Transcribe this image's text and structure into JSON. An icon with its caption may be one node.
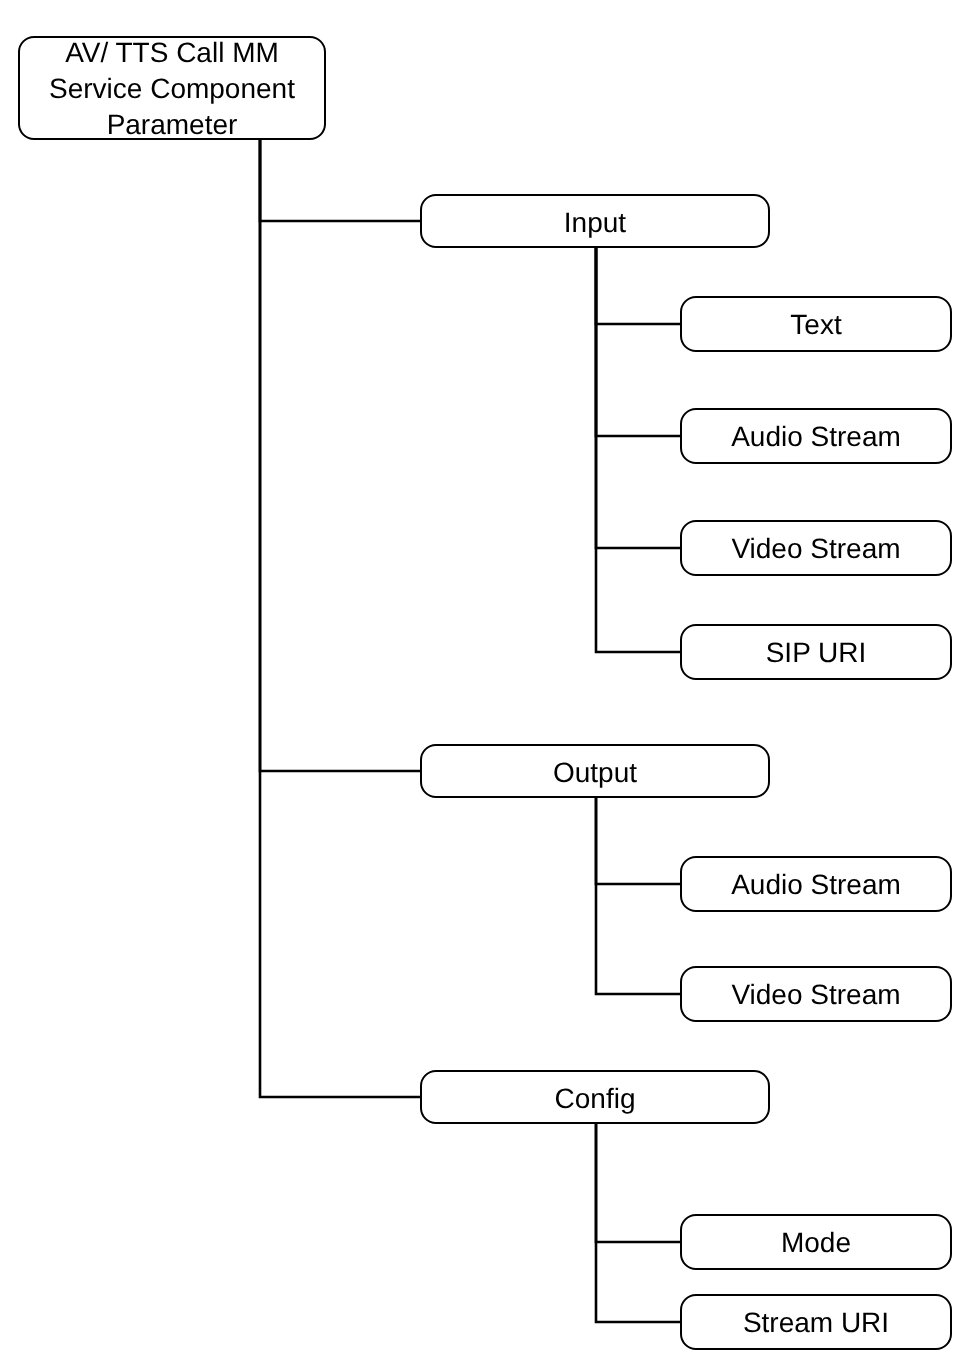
{
  "diagram": {
    "nodes": [
      {
        "text": [
          "AV/ TTS Call MM Service Component Parameter"
        ]
      },
      {
        "text": [
          "Input"
        ]
      },
      {
        "text": [
          "Text"
        ]
      },
      {
        "text": [
          "Audio Stream"
        ]
      },
      {
        "text": [
          "Video Stream"
        ]
      },
      {
        "text": [
          "SIP URI"
        ]
      },
      {
        "text": [
          "Output"
        ]
      },
      {
        "text": [
          "Audio Stream"
        ]
      },
      {
        "text": [
          "Video Stream"
        ]
      },
      {
        "text": [
          "Config"
        ]
      },
      {
        "text": [
          "Mode"
        ]
      },
      {
        "text": [
          "Stream URI"
        ]
      }
    ],
    "edges": [
      {
        "from": 0,
        "to": 1,
        "arrow": "none"
      },
      {
        "from": 1,
        "to": 2,
        "arrow": "none"
      },
      {
        "from": 1,
        "to": 3,
        "arrow": "none"
      },
      {
        "from": 1,
        "to": 4,
        "arrow": "none"
      },
      {
        "from": 1,
        "to": 5,
        "arrow": "none"
      },
      {
        "from": 0,
        "to": 6,
        "arrow": "none"
      },
      {
        "from": 6,
        "to": 7,
        "arrow": "none"
      },
      {
        "from": 6,
        "to": 8,
        "arrow": "none"
      },
      {
        "from": 0,
        "to": 9,
        "arrow": "none"
      },
      {
        "from": 9,
        "to": 10,
        "arrow": "none"
      },
      {
        "from": 9,
        "to": 11,
        "arrow": "none"
      }
    ]
  }
}
